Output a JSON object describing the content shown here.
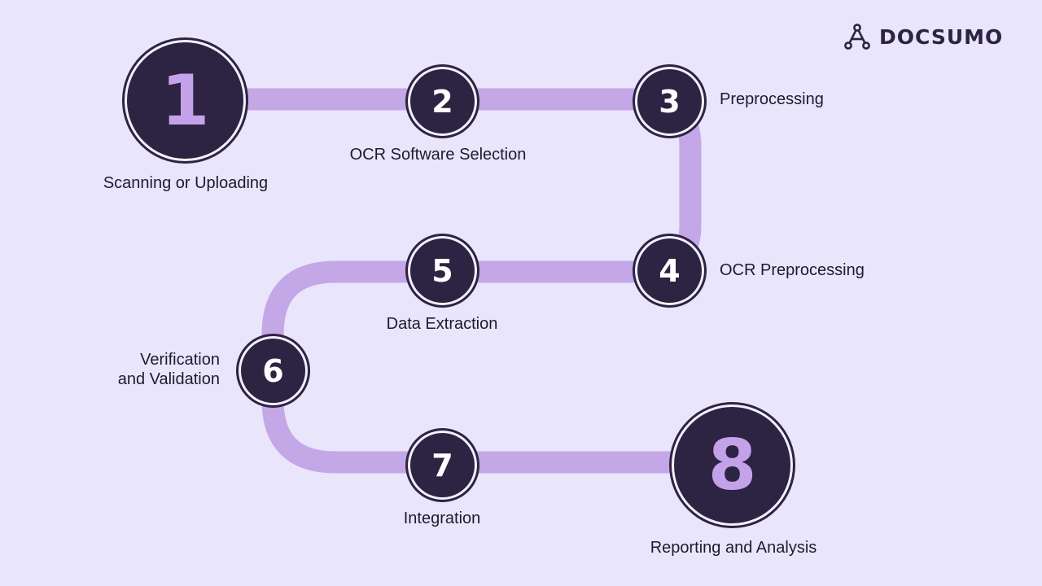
{
  "brand": {
    "logo_text": "DOCSUMO",
    "logo_icon": "network-triangle-icon"
  },
  "colors": {
    "background": "#e9e5fb",
    "path": "#c4a7e7",
    "circle_fill": "#2d2342",
    "big_number": "#c3a2ea",
    "text": "#1f1b2e"
  },
  "steps": [
    {
      "number": "1",
      "label": "Scanning or Uploading"
    },
    {
      "number": "2",
      "label": "OCR Software Selection"
    },
    {
      "number": "3",
      "label": "Preprocessing"
    },
    {
      "number": "4",
      "label": "OCR Preprocessing"
    },
    {
      "number": "5",
      "label": "Data Extraction"
    },
    {
      "number": "6",
      "label": "Verification\nand Validation"
    },
    {
      "number": "7",
      "label": "Integration"
    },
    {
      "number": "8",
      "label": "Reporting and Analysis"
    }
  ]
}
